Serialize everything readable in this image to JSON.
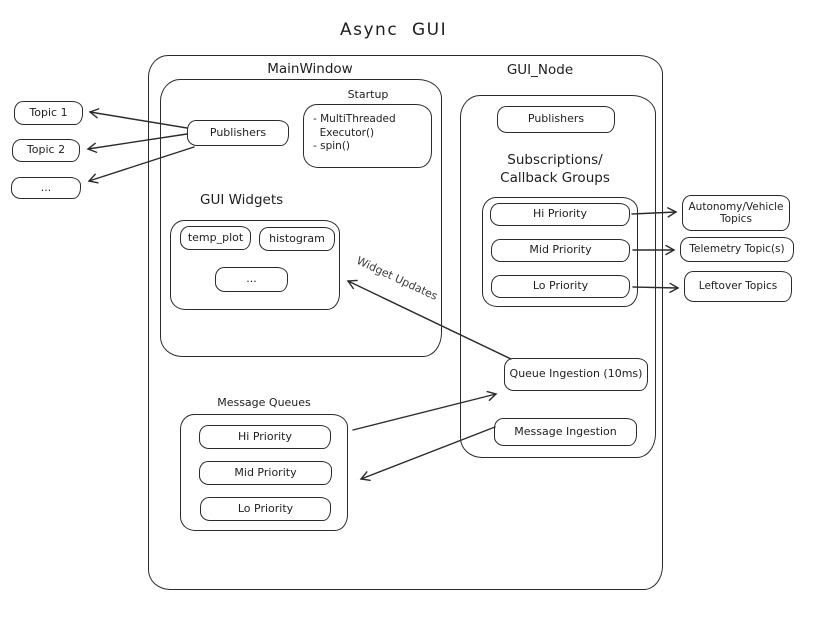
{
  "title": "Async  GUI",
  "colors": {
    "stroke": "#2b2b2b",
    "text": "#1e1e1e",
    "background": "#ffffff",
    "arrow_label_text": "#3c3c3c"
  },
  "main_window": {
    "label": "MainWindow",
    "publishers_label": "Publishers",
    "startup": {
      "label": "Startup",
      "body": "- MultiThreaded\n  Executor()\n- spin()"
    },
    "gui_widgets": {
      "label": "GUI Widgets",
      "widgets": [
        "temp_plot",
        "histogram",
        "..."
      ]
    },
    "message_queues": {
      "label": "Message Queues",
      "queues": [
        "Hi Priority",
        "Mid Priority",
        "Lo Priority"
      ]
    }
  },
  "gui_node": {
    "label": "GUI_Node",
    "publishers_label": "Publishers",
    "subscriptions_label": "Subscriptions/\nCallback Groups",
    "callback_groups": [
      "Hi Priority",
      "Mid Priority",
      "Lo Priority"
    ],
    "queue_ingestion_label": "Queue Ingestion (10ms)",
    "message_ingestion_label": "Message Ingestion"
  },
  "left_topics": [
    "Topic 1",
    "Topic 2",
    "..."
  ],
  "right_topics": [
    "Autonomy/Vehicle Topics",
    "Telemetry Topic(s)",
    "Leftover Topics"
  ],
  "arrow_labels": {
    "widget_updates": "Widget Updates"
  }
}
